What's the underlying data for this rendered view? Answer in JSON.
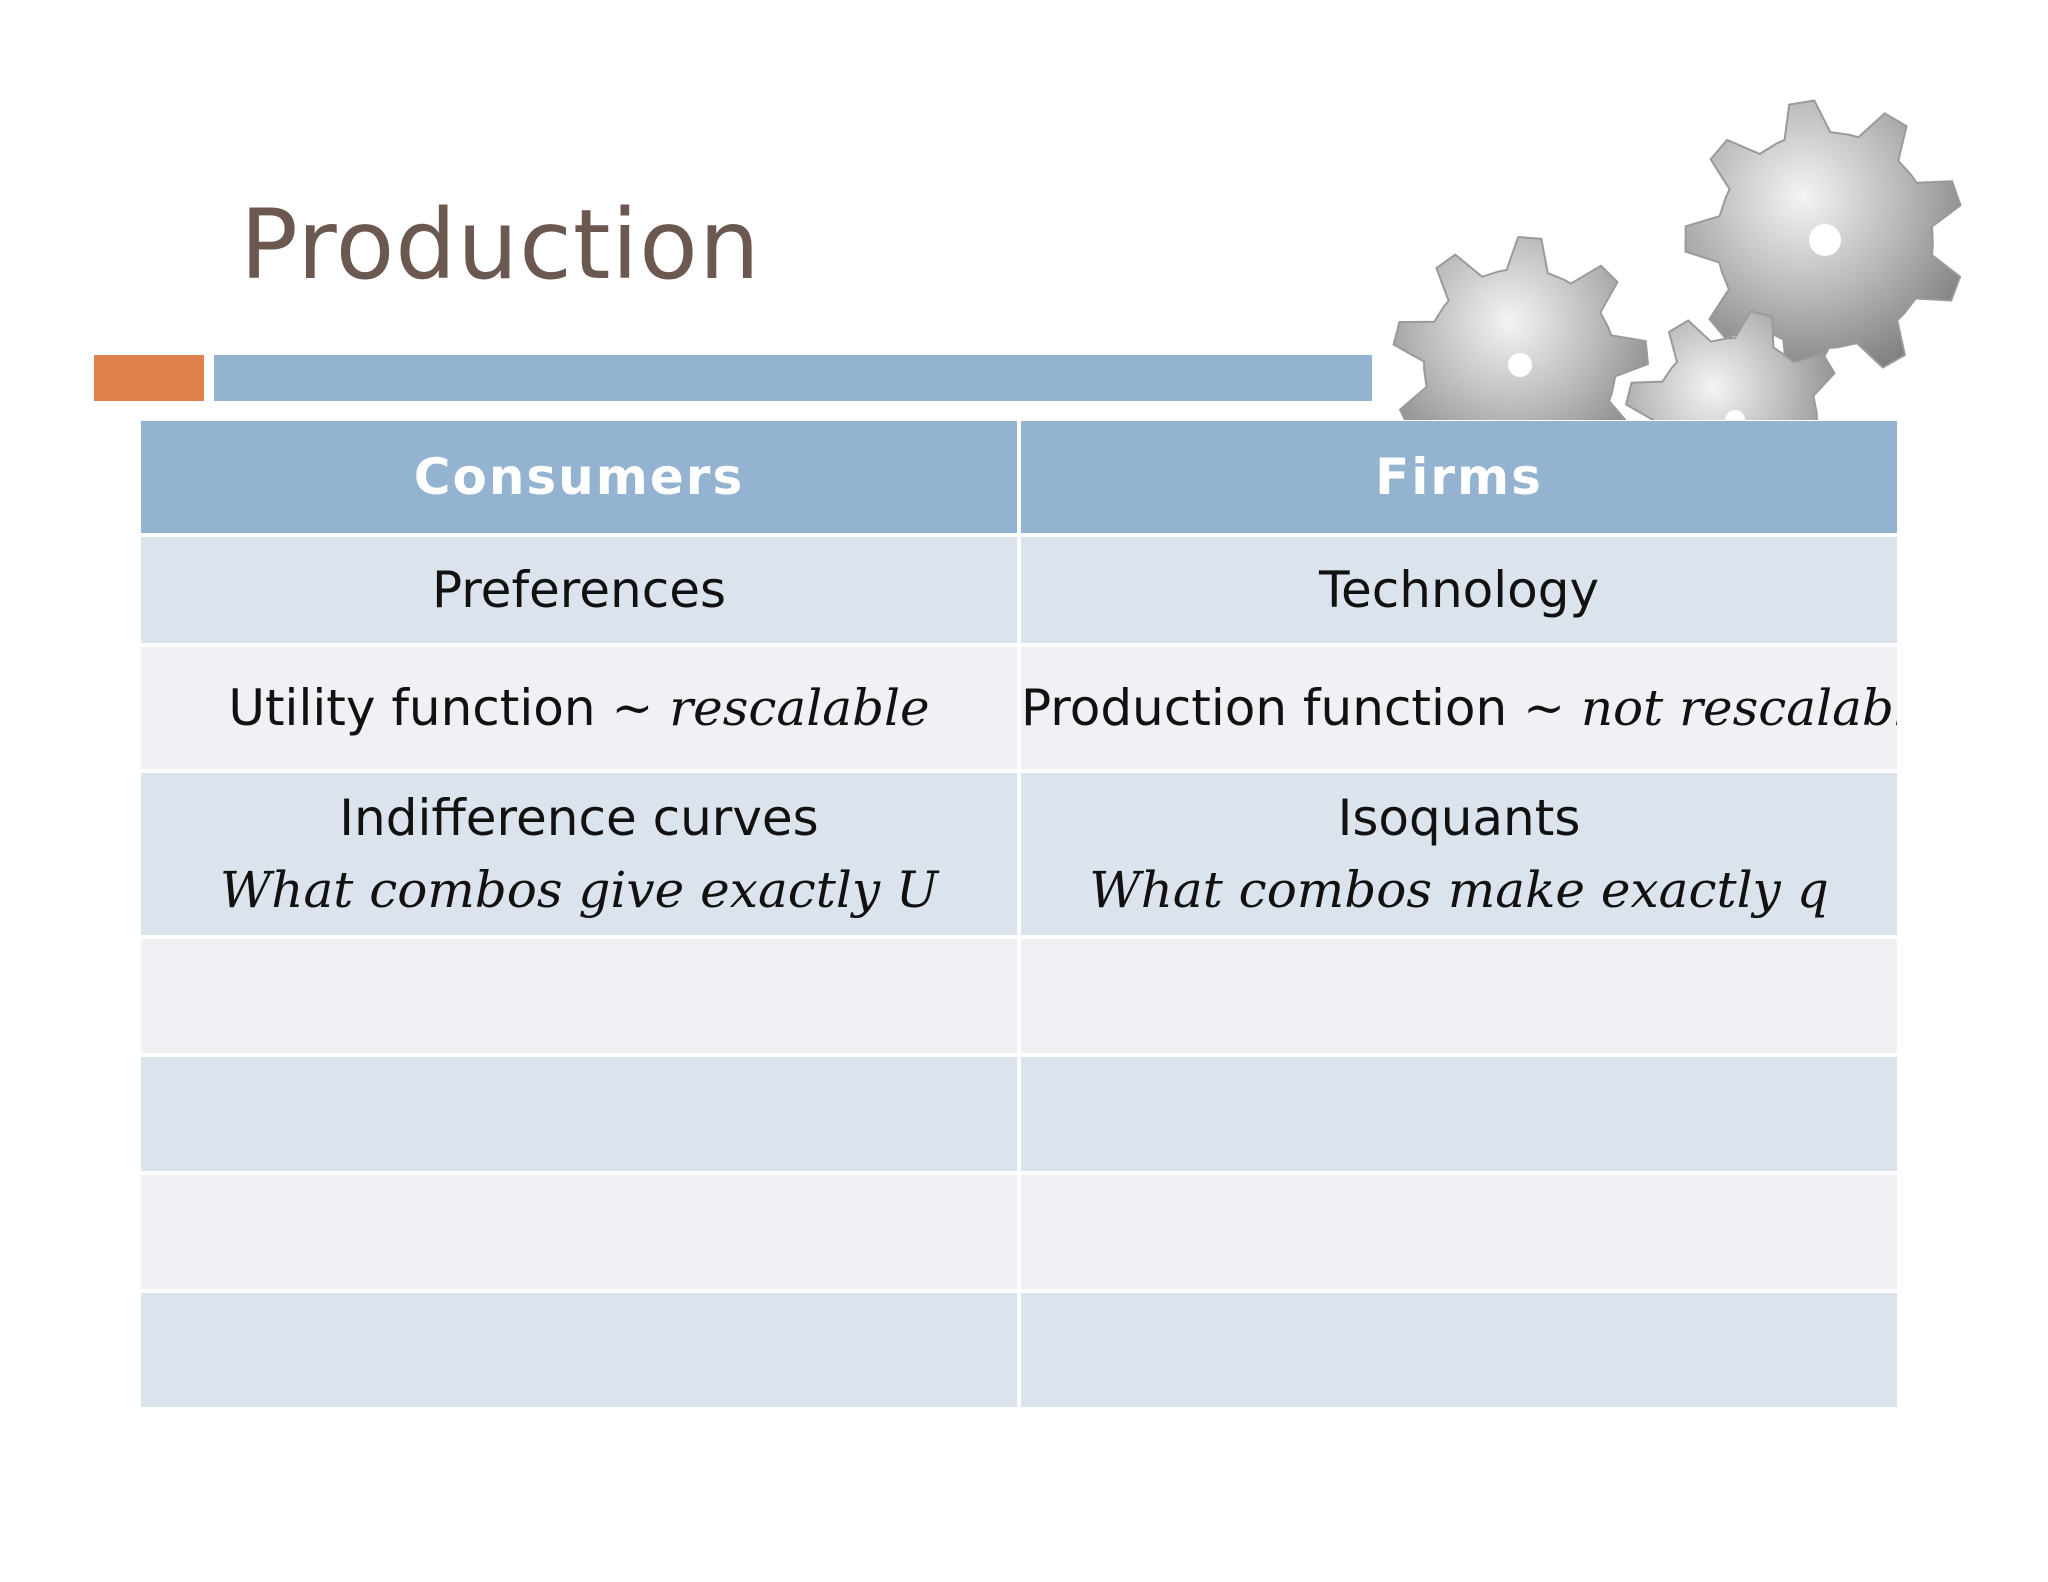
{
  "slide": {
    "title": "Production"
  },
  "colors": {
    "title": "#6b5850",
    "accent_orange": "#df814b",
    "accent_blue": "#93b3d0",
    "header_bg": "#93b3d0",
    "row_dark": "#dbe4ed",
    "row_light": "#eff1f4"
  },
  "table": {
    "headers": [
      "Consumers",
      "Firms"
    ],
    "rows": [
      {
        "consumers": {
          "text": "Preferences"
        },
        "firms": {
          "text": "Technology"
        }
      },
      {
        "consumers": {
          "text": "Utility function",
          "sep": " ~ ",
          "italic": "rescalable"
        },
        "firms": {
          "text": "Production function",
          "sep": " ~ ",
          "italic": "not rescalable"
        }
      },
      {
        "consumers": {
          "text": "Indifference curves",
          "italic": "What combos give exactly U"
        },
        "firms": {
          "text": "Isoquants",
          "italic": "What combos make exactly q"
        }
      }
    ],
    "empty_rows": 4
  },
  "icons": {
    "decoration": "gears-icon"
  }
}
